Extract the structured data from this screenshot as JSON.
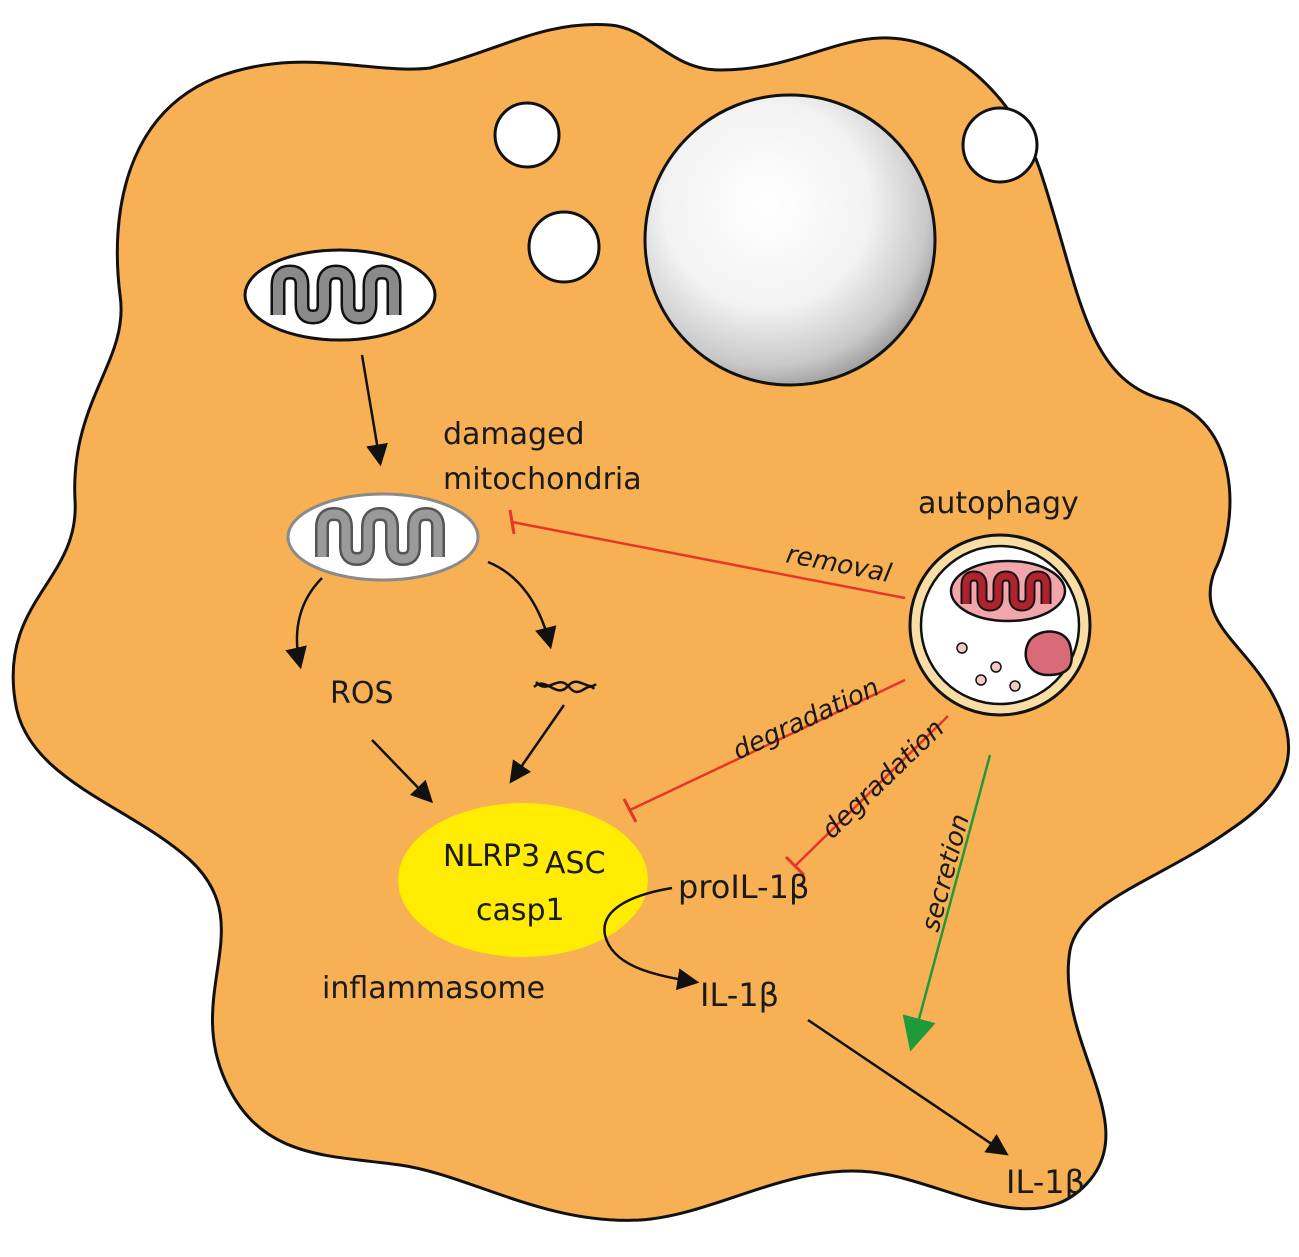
{
  "labels": {
    "damaged_line1": "damaged",
    "damaged_line2": "mitochondria",
    "autophagy": "autophagy",
    "removal": "removal",
    "ros": "ROS",
    "degradation_upper": "degradation",
    "degradation_lower": "degradation",
    "secretion": "secretion",
    "nlrp3": "NLRP3",
    "asc": "ASC",
    "casp1": "casp1",
    "inflammasome": "inflammasome",
    "proil": "proIL-1β",
    "il_inside": "IL-1β",
    "il_outside": "IL-1β"
  },
  "colors": {
    "cell_fill": "#F7B053",
    "inhibition": "#E8352B",
    "secretion": "#1E9A3A",
    "inflammasome": "#FFEC00",
    "mito_cristae": "#8A8A8A",
    "autophagosome_ring": "#F8DDA5",
    "engulfed_mito": "#B0232E"
  }
}
